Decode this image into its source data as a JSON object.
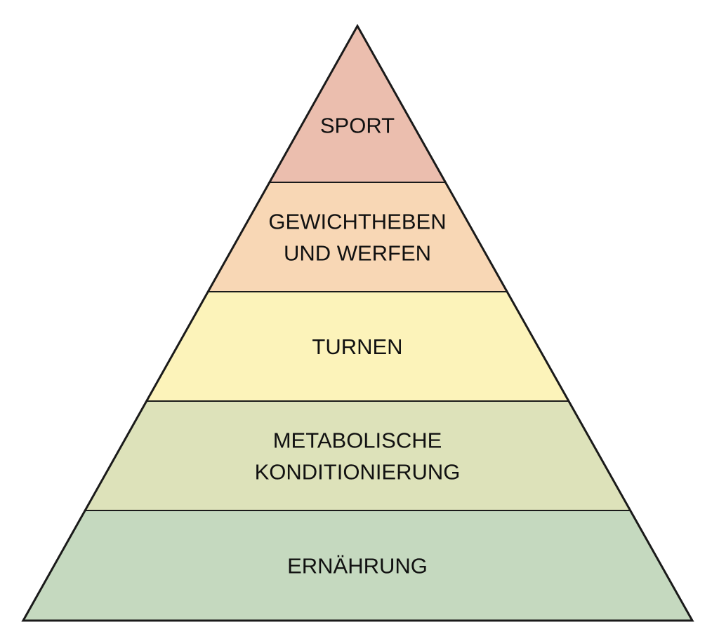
{
  "pyramid": {
    "levels": [
      {
        "lines": [
          "SPORT"
        ],
        "color": "#EBBEAE"
      },
      {
        "lines": [
          "GEWICHTHEBEN",
          "UND WERFEN"
        ],
        "color": "#F8D7B5"
      },
      {
        "lines": [
          "TURNEN"
        ],
        "color": "#FCF3BA"
      },
      {
        "lines": [
          "METABOLISCHE",
          "KONDITIONIERUNG"
        ],
        "color": "#DDE2BA"
      },
      {
        "lines": [
          "ERNÄHRUNG"
        ],
        "color": "#C5D9BF"
      }
    ],
    "outline_color": "#1a1a1a"
  }
}
